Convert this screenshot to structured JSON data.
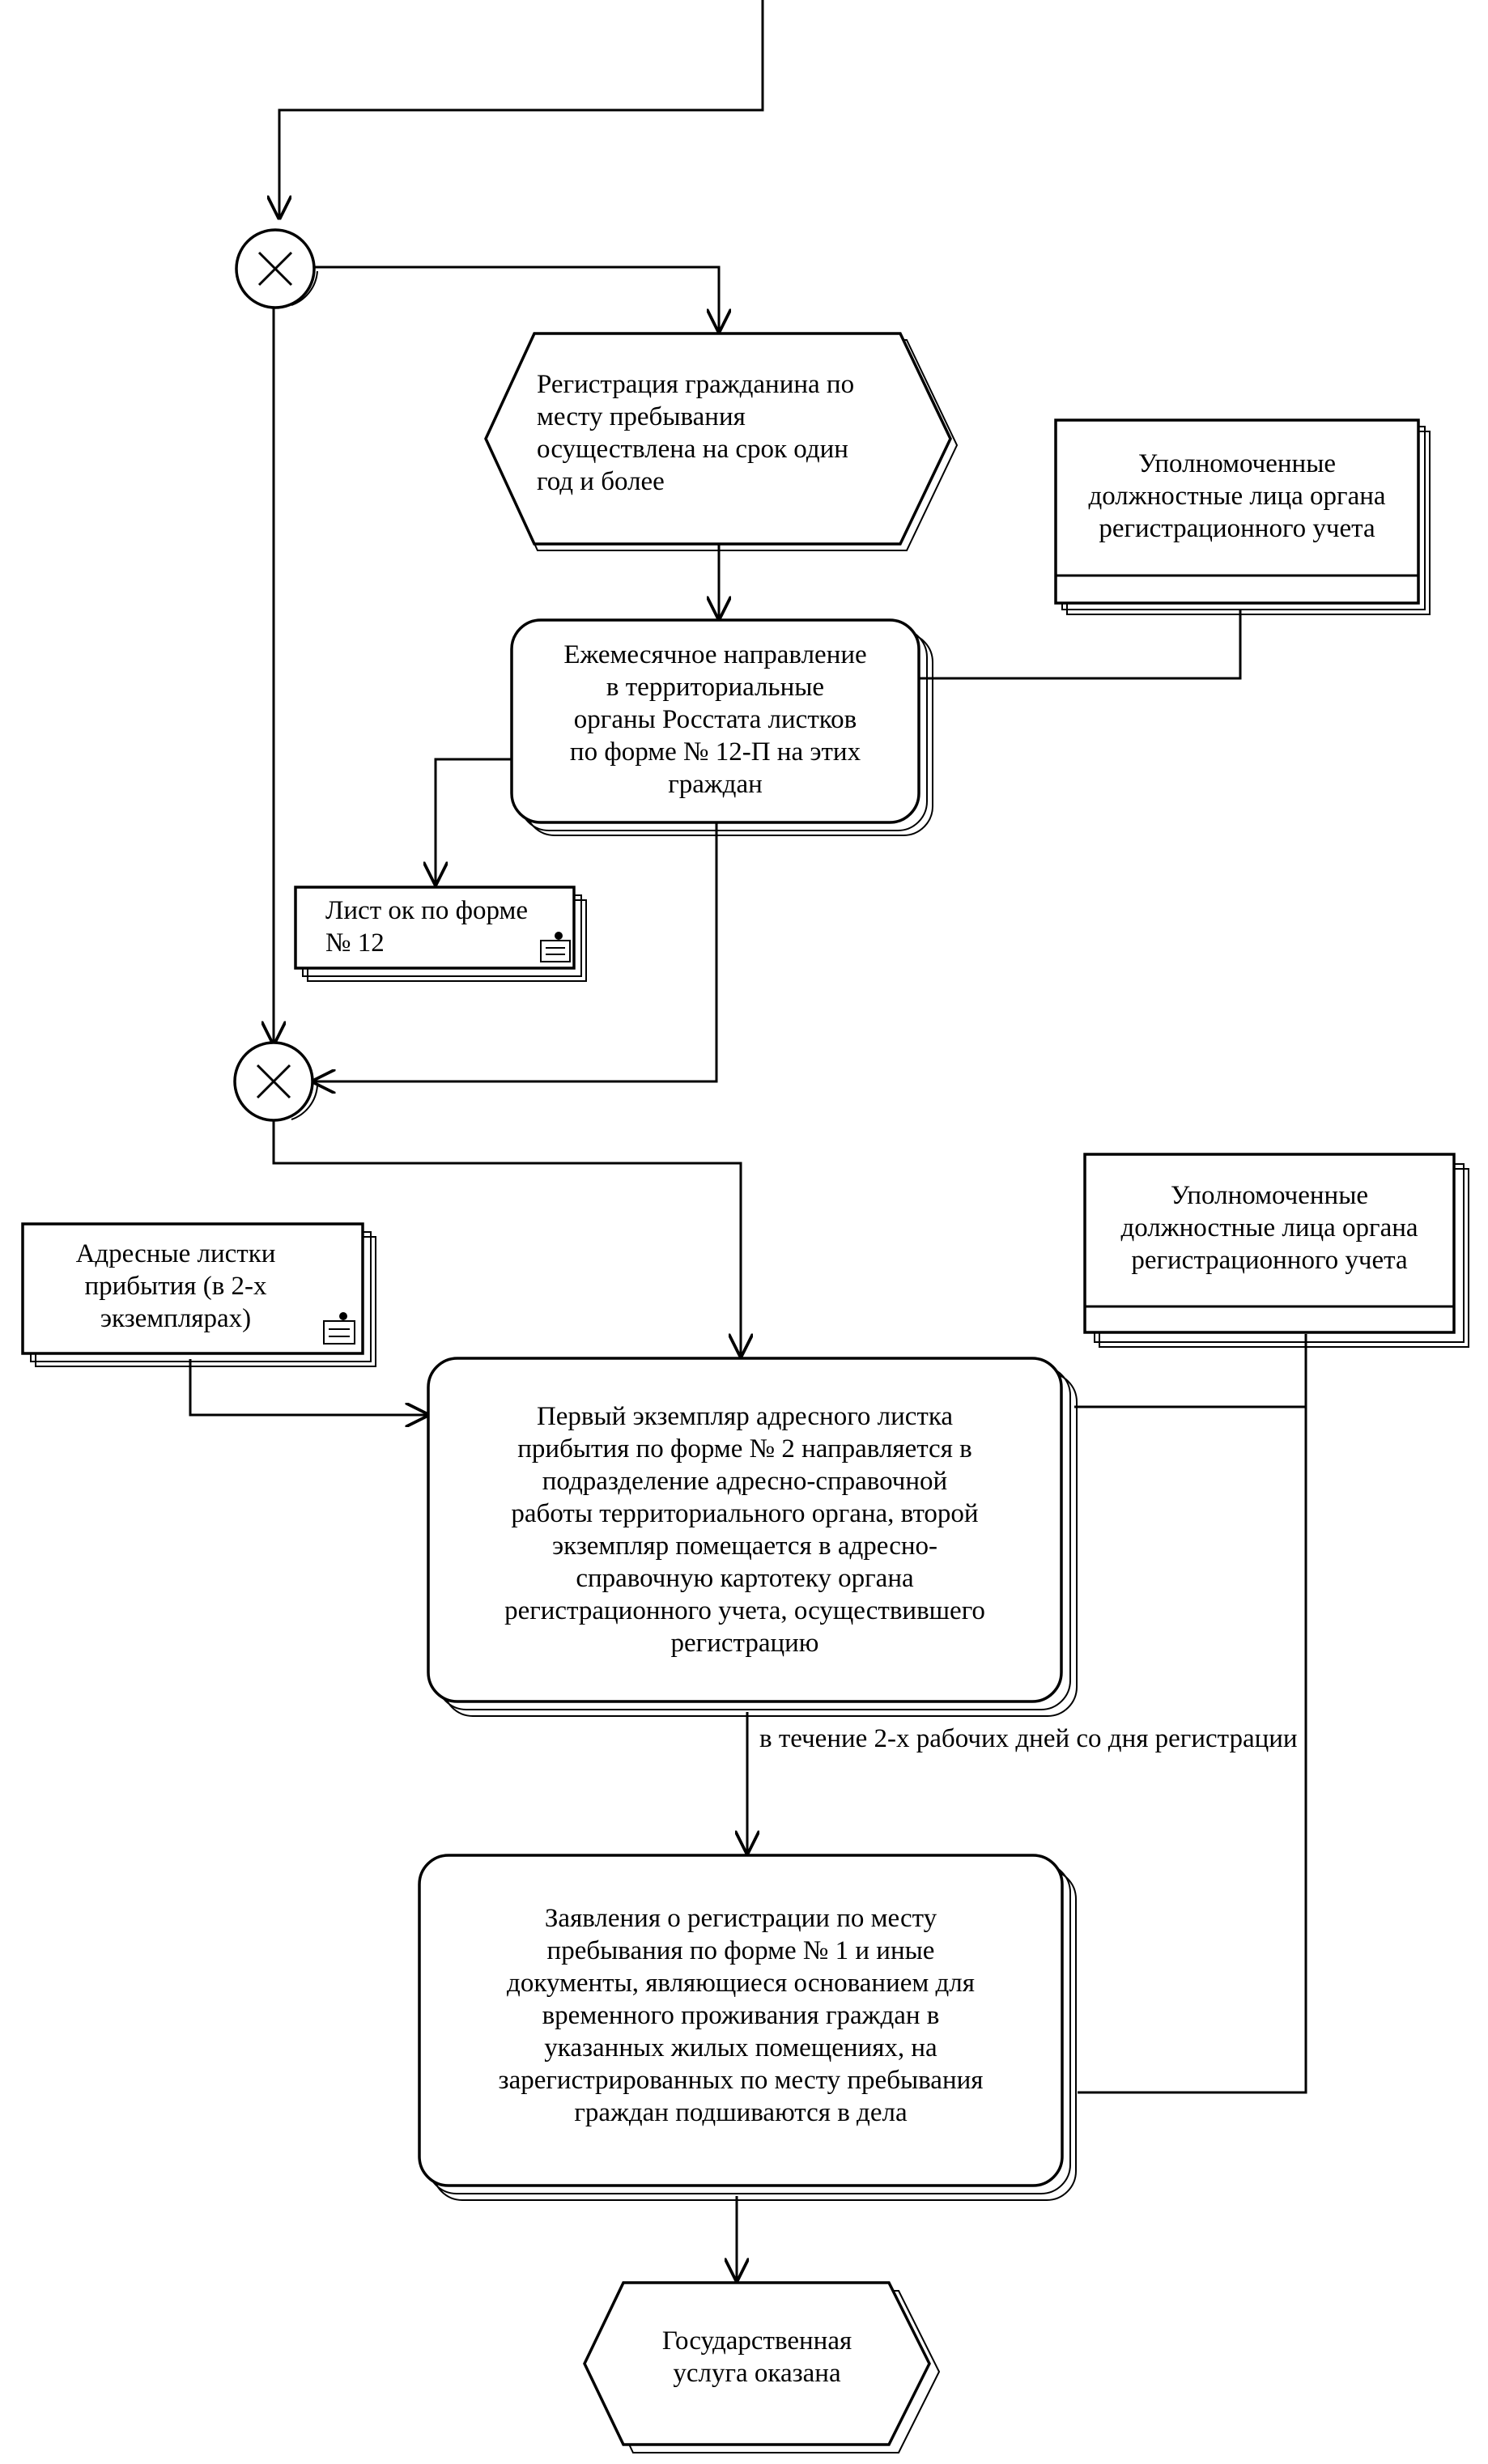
{
  "nodes": {
    "event_registration_year": "Регистрация гражданина по\nместу пребывания\nосуществлена на срок один\nгод и более",
    "role_officials_1": "Уполномоченные\nдолжностные лица органа\nрегистрационного учета",
    "func_monthly_send": "Ежемесячное направление\nв территориальные\nорганы Росстата листков\nпо форме № 12-П на этих\nграждан",
    "doc_form12": "Лист  ок по форме\n№ 12",
    "doc_address_sheets": "Адресные листки\nприбытия (в 2-х\nэкземплярах)",
    "role_officials_2": "Уполномоченные\nдолжностные лица органа\nрегистрационного учета",
    "func_first_copy": "Первый экземпляр адресного листка\nприбытия по форме № 2  направляется в\nподразделение адресно-справочной\nработы территориального органа, второй\nэкземпляр помещается в адресно-\nсправочную картотеку органа\nрегистрационного учета, осуществившего\nрегистрацию",
    "func_applications_filed": "Заявления о регистрации по месту\nпребывания по форме № 1 и иные\nдокументы, являющиеся основанием для\nвременного проживания граждан в\nуказанных жилых помещениях, на\nзарегистрированных по месту пребывания\nграждан подшиваются в дела",
    "event_service_done": "Государственная\nуслуга оказана"
  },
  "annotations": {
    "deadline": "в течение 2-х рабочих дней со дня регистрации"
  },
  "connectors": {
    "xor_1": "xor",
    "xor_2": "xor"
  }
}
